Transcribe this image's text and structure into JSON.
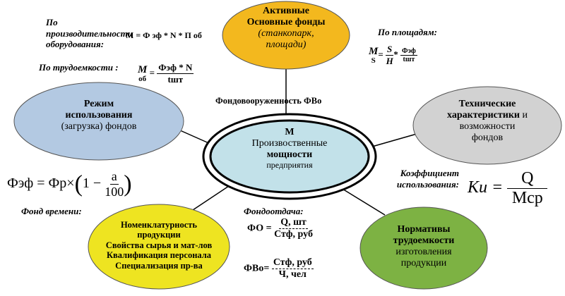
{
  "colors": {
    "top": "#F3B81E",
    "left": "#B3C9E2",
    "right": "#D2D2D2",
    "bottom_left": "#EEE421",
    "bottom_right": "#7DB243",
    "center": "#C2E1E9"
  },
  "top": {
    "line1": "Активные",
    "line2": "Основные фонды",
    "line3": "(станкопарк,",
    "line4": "площади)"
  },
  "left": {
    "line1": "Режим",
    "line2": "использования",
    "line3": "(загрузка) фондов"
  },
  "right": {
    "line1": "Технические",
    "line2": "характеристики",
    "line2b": " и",
    "line3": "возможности",
    "line4": "фондов"
  },
  "center": {
    "line1": "М",
    "line2": "Произвоственные",
    "line3": "мощности",
    "line4": "предприятия"
  },
  "bottom_left": {
    "line1": "Номенклатурность",
    "line2": "продукции",
    "line3": "Свойства сырья и мат-лов",
    "line4": "Квалификация персонала",
    "line5": "Специализация пр-ва"
  },
  "bottom_right": {
    "line1": "Нормативы",
    "line2": "трудоемкости",
    "line3": "изготовления",
    "line4": "продукции"
  },
  "labels": {
    "productivity": "По производительности оборудования:",
    "productivity_formula": "М = Ф эф * N * П об",
    "labor": "По трудоемкости :",
    "labor_m": "М",
    "labor_sub": "об",
    "labor_num": "Фэф * N",
    "labor_den": "tшт",
    "area": "По площадям:",
    "area_m": "М",
    "area_sub": "S",
    "area_num1": "S",
    "area_den1": "H",
    "area_num2": "Фэф",
    "area_den2": "tшт",
    "fvo_title": "Фондовооруженность ФВо",
    "time_fund": "Фонд времени:",
    "time_formula_left": "Фэф = Фр×",
    "time_formula_one": "1 −",
    "time_num": "a",
    "time_den": "100",
    "coef": "Коэффициент использования:",
    "coef_left": "Ки =",
    "coef_num": "Q",
    "coef_den": "Мср",
    "fo_title": "Фондоотдача:",
    "fo_left": "ФО =",
    "fo_num": "Q, шт",
    "fo_den": "Стф, руб",
    "fvo_left": "ФВо=",
    "fvo_num": "Стф, руб",
    "fvo_den": "Ч, чел"
  }
}
